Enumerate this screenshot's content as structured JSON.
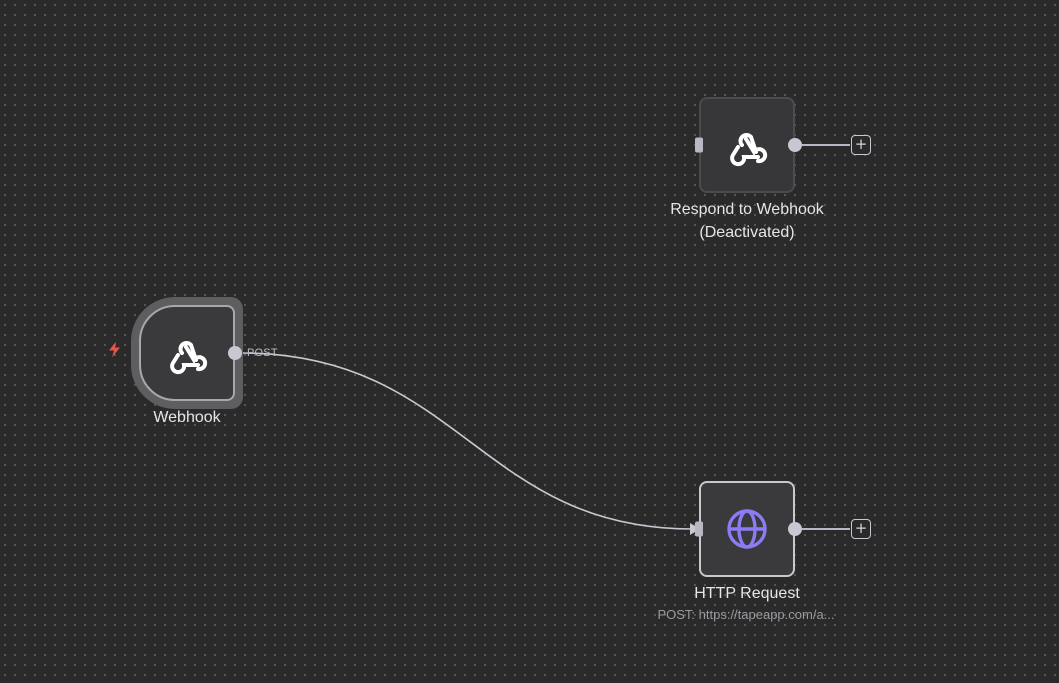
{
  "workflow": {
    "nodes": {
      "respond": {
        "label_line1": "Respond to Webhook",
        "label_line2": "(Deactivated)",
        "icon": "webhook-icon"
      },
      "webhook": {
        "label": "Webhook",
        "icon": "webhook-icon",
        "trigger_icon": "lightning-bolt-icon",
        "output_label": "POST"
      },
      "http": {
        "label": "HTTP Request",
        "subtitle": "POST: https://tapeapp.com/a...",
        "icon": "globe-icon"
      }
    },
    "add_button_glyph": "+",
    "colors": {
      "canvas": "#2a2a2a",
      "trigger_bolt": "#e5534b",
      "globe": "#8b7cf6",
      "edge": "#c8c8d2"
    }
  }
}
